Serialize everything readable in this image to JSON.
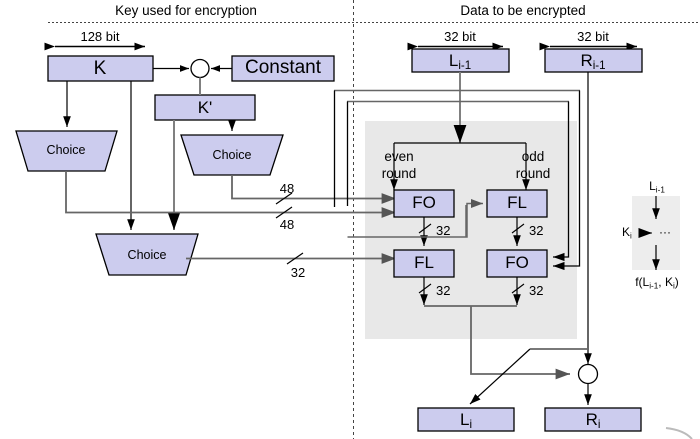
{
  "diagram": {
    "title_left": "Key used for encryption",
    "title_right": "Data to be encrypted",
    "colors": {
      "box_fill": "#ccccee",
      "box_stroke": "#000000",
      "region_fill": "#e8e8e8",
      "wire_dark": "#000000",
      "wire_gray": "#808080",
      "divider": "#555555"
    }
  },
  "key_side": {
    "width_label": "128 bit",
    "k_box": "K",
    "kprime_box": "K'",
    "constant_box": "Constant",
    "xor_symbol": "⊕",
    "choice_1": "Choice",
    "choice_2": "Choice",
    "choice_3": "Choice",
    "wire_48_a": "48",
    "wire_48_b": "48",
    "wire_32": "32"
  },
  "data_side": {
    "left_width_label": "32 bit",
    "right_width_label": "32 bit",
    "input_left_main": "L",
    "input_left_sub": "i-1",
    "input_right_main": "R",
    "input_right_sub": "i-1",
    "output_left_main": "L",
    "output_left_sub": "i",
    "output_right_main": "R",
    "output_right_sub": "i",
    "even_round_line1": "even",
    "even_round_line2": "round",
    "odd_round_line1": "odd",
    "odd_round_line2": "round",
    "fo_top": "FO",
    "fl_top": "FL",
    "fl_bottom": "FL",
    "fo_bottom": "FO",
    "bits_fo_top": "32",
    "bits_fl_top": "32",
    "bits_fl_bottom": "32",
    "bits_fo_bottom": "32",
    "xor_symbol": "⊕"
  },
  "legend": {
    "input_main": "L",
    "input_sub": "i-1",
    "key_main": "K",
    "key_sub": "i",
    "ellipsis": "···",
    "function_main_a": "f(L",
    "function_sub_a": "i-1",
    "function_mid": ", K",
    "function_sub_b": "i",
    "function_end": ")"
  }
}
